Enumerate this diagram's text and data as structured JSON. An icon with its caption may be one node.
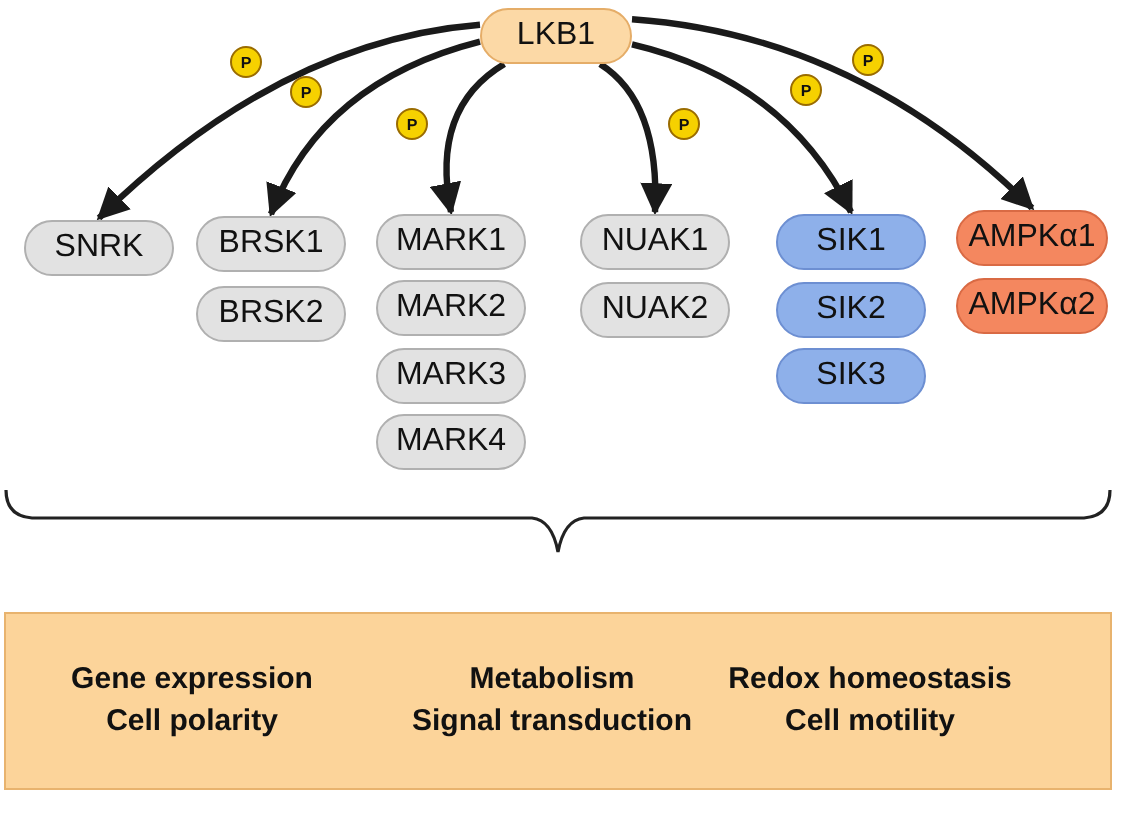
{
  "diagram": {
    "nodes": [
      {
        "text": [
          "LKB1"
        ]
      },
      {
        "text": [
          "P"
        ]
      },
      {
        "text": [
          "P"
        ]
      },
      {
        "text": [
          "P"
        ]
      },
      {
        "text": [
          "P"
        ]
      },
      {
        "text": [
          "P"
        ]
      },
      {
        "text": [
          "P"
        ]
      },
      {
        "text": [
          "SNRK"
        ]
      },
      {
        "text": [
          "BRSK1"
        ]
      },
      {
        "text": [
          "BRSK2"
        ]
      },
      {
        "text": [
          "MARK1"
        ]
      },
      {
        "text": [
          "MARK2"
        ]
      },
      {
        "text": [
          "MARK3"
        ]
      },
      {
        "text": [
          "MARK4"
        ]
      },
      {
        "text": [
          "NUAK1"
        ]
      },
      {
        "text": [
          "NUAK2"
        ]
      },
      {
        "text": [
          "SIK1"
        ]
      },
      {
        "text": [
          "SIK2"
        ]
      },
      {
        "text": [
          "SIK3"
        ]
      },
      {
        "text": [
          "AMPKα1"
        ]
      },
      {
        "text": [
          "AMPKα2"
        ]
      },
      {
        "text": [
          "Gene expression",
          "Metabolism",
          "Redox homeostasis",
          "Cell polarity",
          "Signal transduction",
          "Cell motility"
        ]
      }
    ],
    "edges": [
      {
        "from": 0,
        "to": 7,
        "arrow": "to"
      },
      {
        "from": 0,
        "to": 8,
        "arrow": "to"
      },
      {
        "from": 0,
        "to": 10,
        "arrow": "to"
      },
      {
        "from": 0,
        "to": 14,
        "arrow": "to"
      },
      {
        "from": 0,
        "to": 16,
        "arrow": "to"
      },
      {
        "from": 0,
        "to": 19,
        "arrow": "to"
      }
    ]
  }
}
